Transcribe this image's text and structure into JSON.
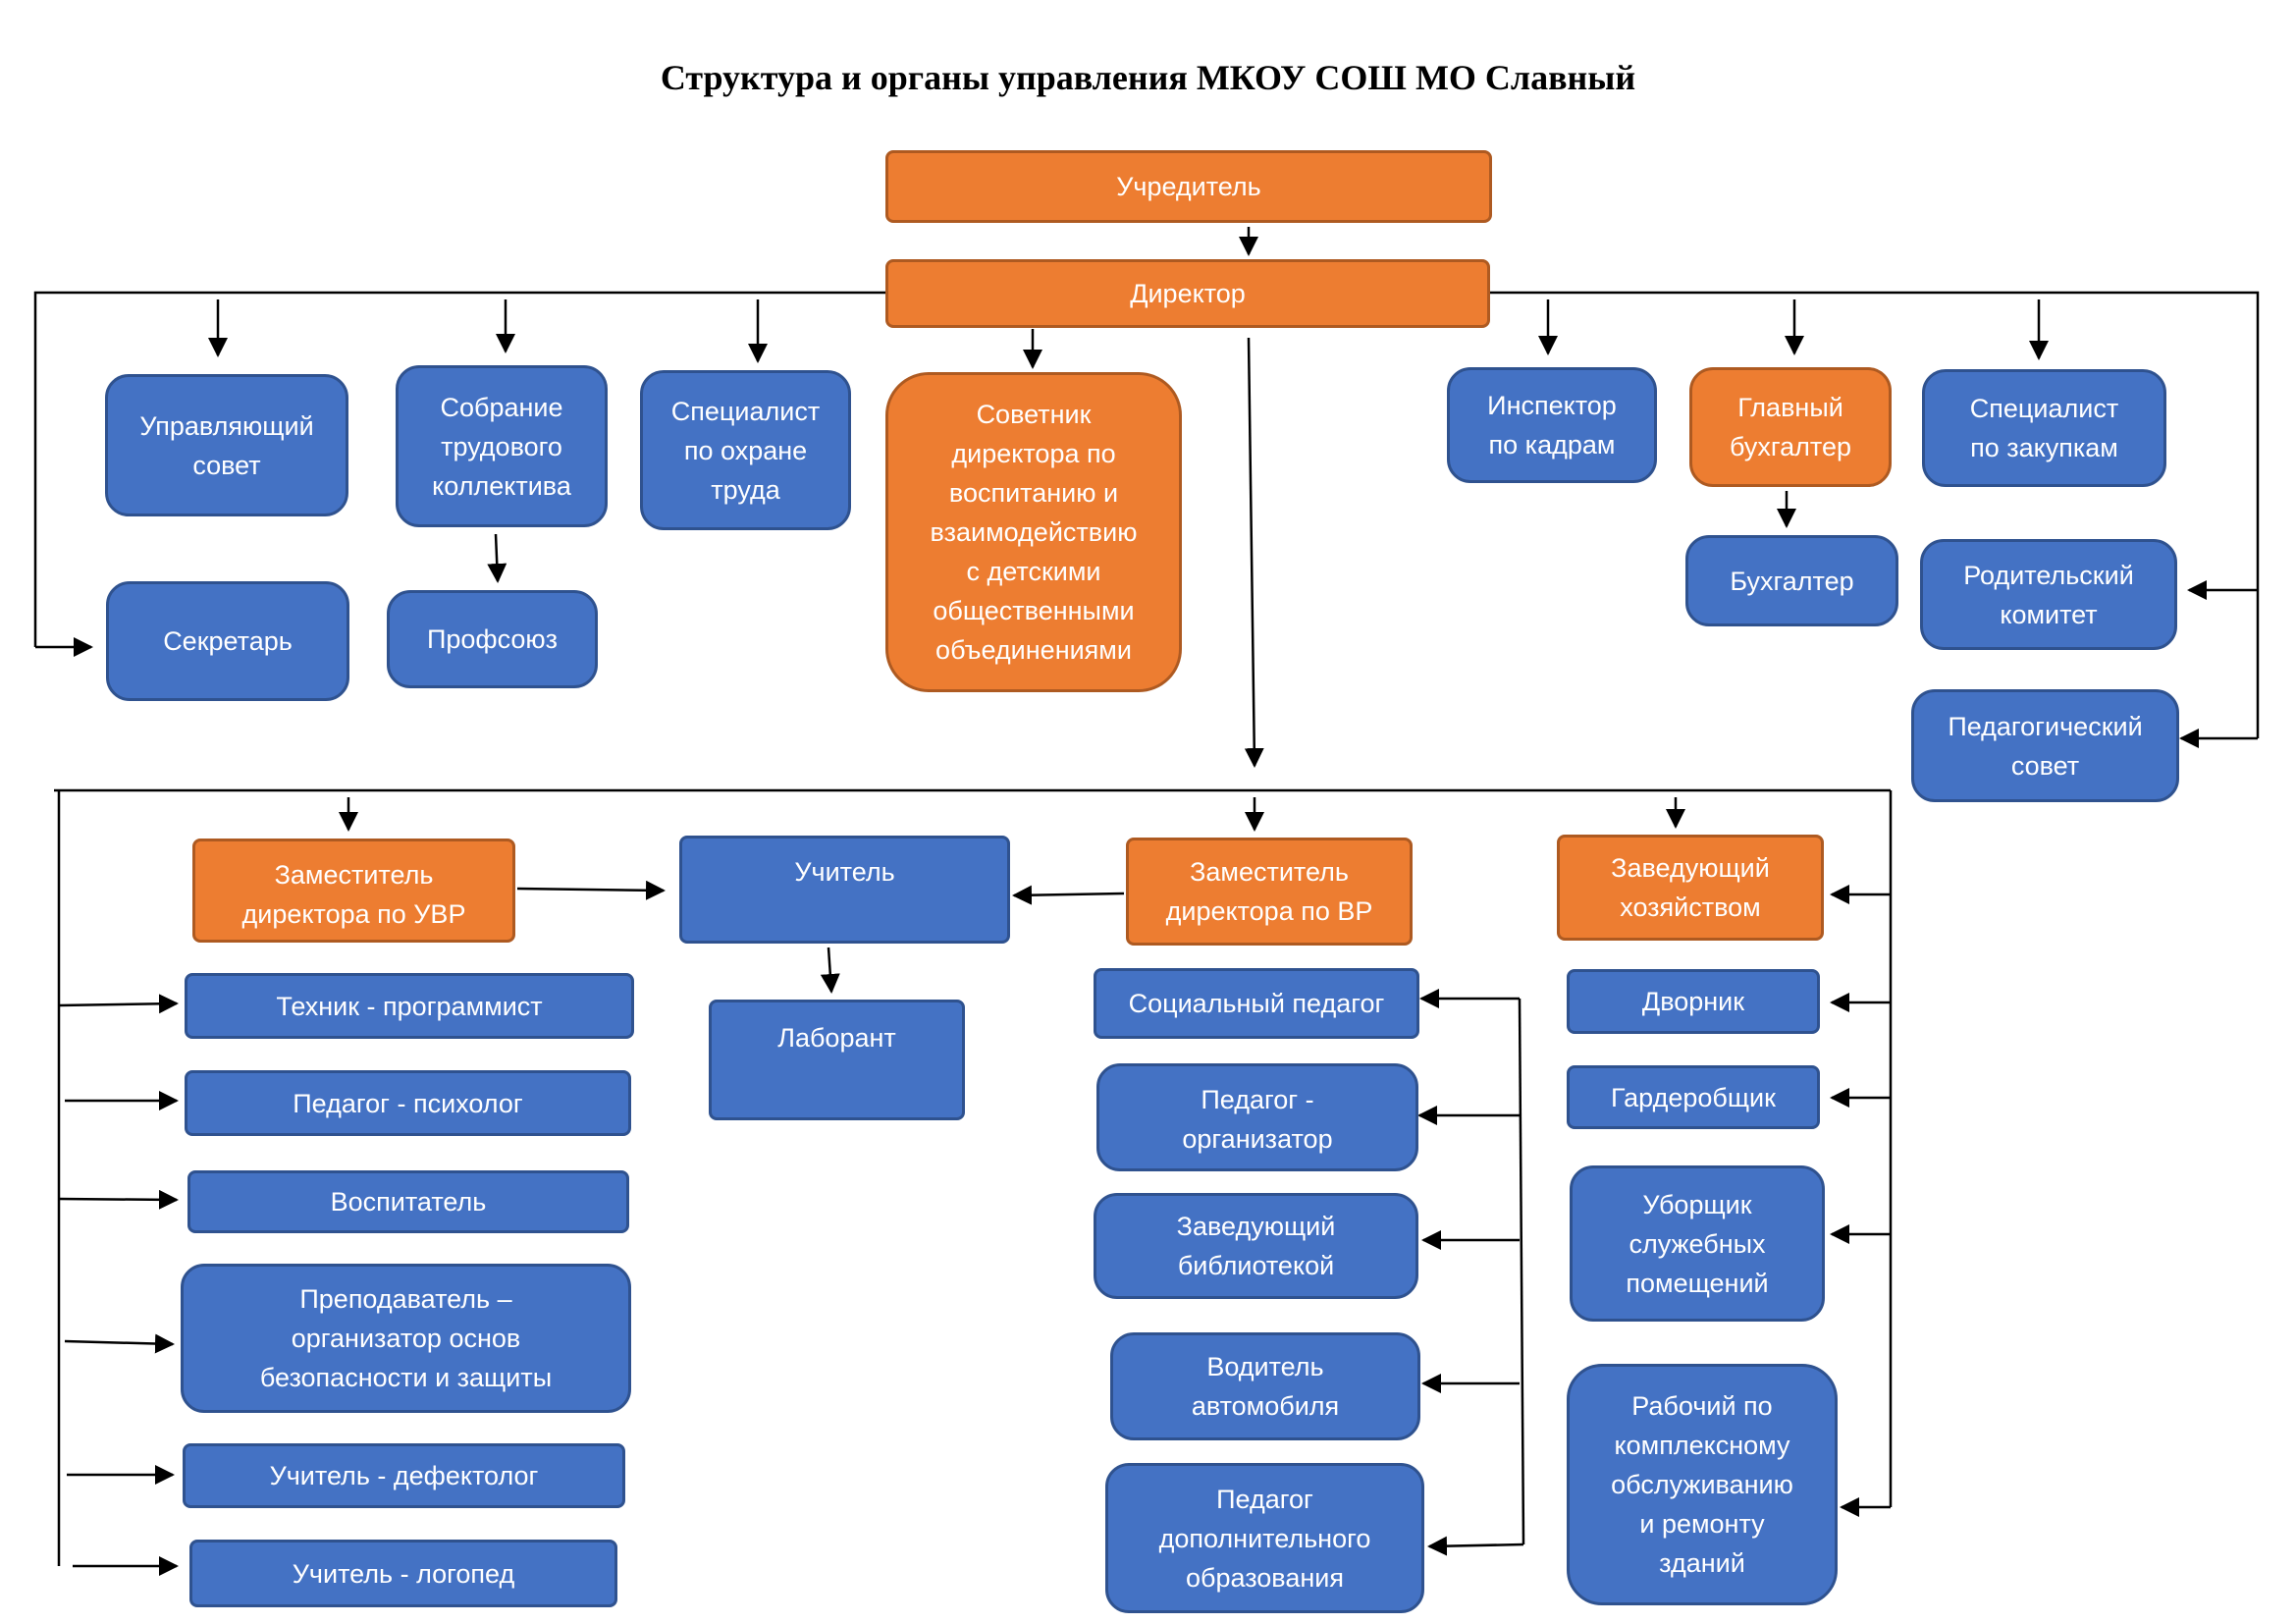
{
  "title": "Структура и органы управления МКОУ СОШ МО Славный",
  "colors": {
    "blue": "#4472c4",
    "orange": "#ed7d31",
    "line": "#000000"
  },
  "nodes": {
    "uchreditel": "Учредитель",
    "direktor": "Директор",
    "upravlyayushchiy_sovet": "Управляющий\nсовет",
    "sobranie": "Собрание\nтрудового\nколлектива",
    "spec_ohrana": "Специалист\nпо охране\nтруда",
    "sovetnik": "Советник\nдиректора по\nвоспитанию и\nвзаимодействию\nс детскими\nобщественными\nобъединениями",
    "inspektor": "Инспектор\nпо кадрам",
    "glavbuh": "Главный\nбухгалтер",
    "spec_zakupki": "Специалист\nпо закупкам",
    "sekretar": "Секретарь",
    "profsoyuz": "Профсоюз",
    "buhgalter": "Бухгалтер",
    "roditelskiy": "Родительский\nкомитет",
    "pedsovet": "Педагогический\nсовет",
    "zam_uvr": "Заместитель\nдиректора по УВР",
    "uchitel": "Учитель",
    "zam_vr": "Заместитель\nдиректора по ВР",
    "zavhoz": "Заведующий\nхозяйством",
    "tehnik": "Техник - программист",
    "laborant": "Лаборант",
    "pedagog_psiholog": "Педагог - психолог",
    "vospitatel": "Воспитатель",
    "prepodavatel": "Преподаватель –\nорганизатор основ\nбезопасности и защиты",
    "defektolog": "Учитель - дефектолог",
    "logoped": "Учитель - логопед",
    "soc_pedagog": "Социальный педагог",
    "ped_organizator": "Педагог -\nорганизатор",
    "zav_biblioteka": "Заведующий\nбиблиотекой",
    "voditel": "Водитель\nавтомобиля",
    "ped_dop": "Педагог\nдополнительного\nобразования",
    "dvornik": "Дворник",
    "garderobshchik": "Гардеробщик",
    "uborshchik": "Уборщик\nслужебных\nпомещений",
    "rabochiy": "Рабочий по\nкомплексному\nобслуживанию\nи ремонту\nзданий"
  }
}
